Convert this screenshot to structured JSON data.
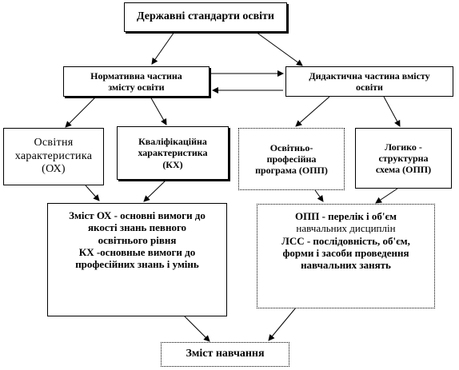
{
  "diagram": {
    "top": "Державні стандарти освіти",
    "normative": [
      "Нормативна частина",
      "змісту освіти"
    ],
    "didactic": [
      "Дидактична частина вмісту",
      "освіти"
    ],
    "ox": [
      "Освітня",
      "характеристика",
      "(ОХ)"
    ],
    "kx": [
      "Кваліфікаційна",
      "характеристика",
      "(КХ)"
    ],
    "opp": [
      "Освітньо-",
      "професійна",
      "програма (ОПП)"
    ],
    "lss": [
      "Логико -",
      "структурна",
      "схема (ОПП)"
    ],
    "content_left": [
      "Зміст ОХ - основні вимоги до",
      "якості знань певного",
      "освітнього рівня",
      "КХ -основные вимоги до",
      "професійних знань і умінь"
    ],
    "content_right": [
      "ОПП - перелік і об'єм",
      "навчальних дисциплін",
      "ЛСС - послідовність, об'єм,",
      "форми і засоби проведення",
      "навчальних занять"
    ],
    "bottom": "Зміст навчання"
  }
}
